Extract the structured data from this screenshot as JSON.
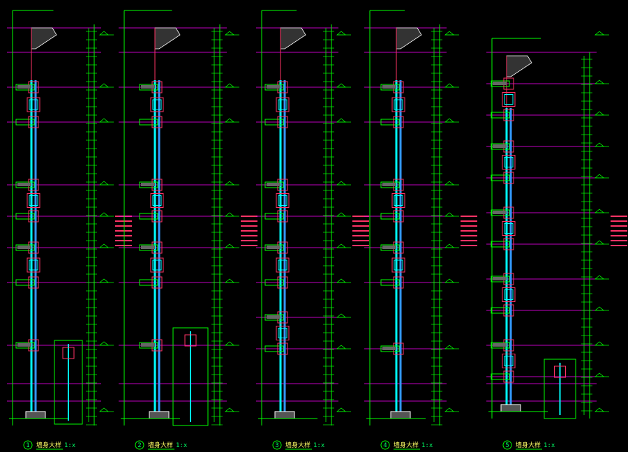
{
  "drawing": {
    "background": "#000000",
    "colors": {
      "grid_line": "#ff00ff",
      "dimension": "#00ff00",
      "wall": "#00ffff",
      "section": "#3399ff",
      "hatch": "#ffffff",
      "label": "#ffff66",
      "annotation": "#ff3366",
      "red": "#ff3333"
    },
    "sections": [
      {
        "number": "1",
        "title": "墙身大样",
        "scale": "1:x"
      },
      {
        "number": "2",
        "title": "墙身大样",
        "scale": "1:x"
      },
      {
        "number": "3",
        "title": "墙身大样",
        "scale": "1:x"
      },
      {
        "number": "4",
        "title": "墙身大样",
        "scale": "1:x"
      },
      {
        "number": "5",
        "title": "墙身大样",
        "scale": "1:x"
      }
    ]
  }
}
